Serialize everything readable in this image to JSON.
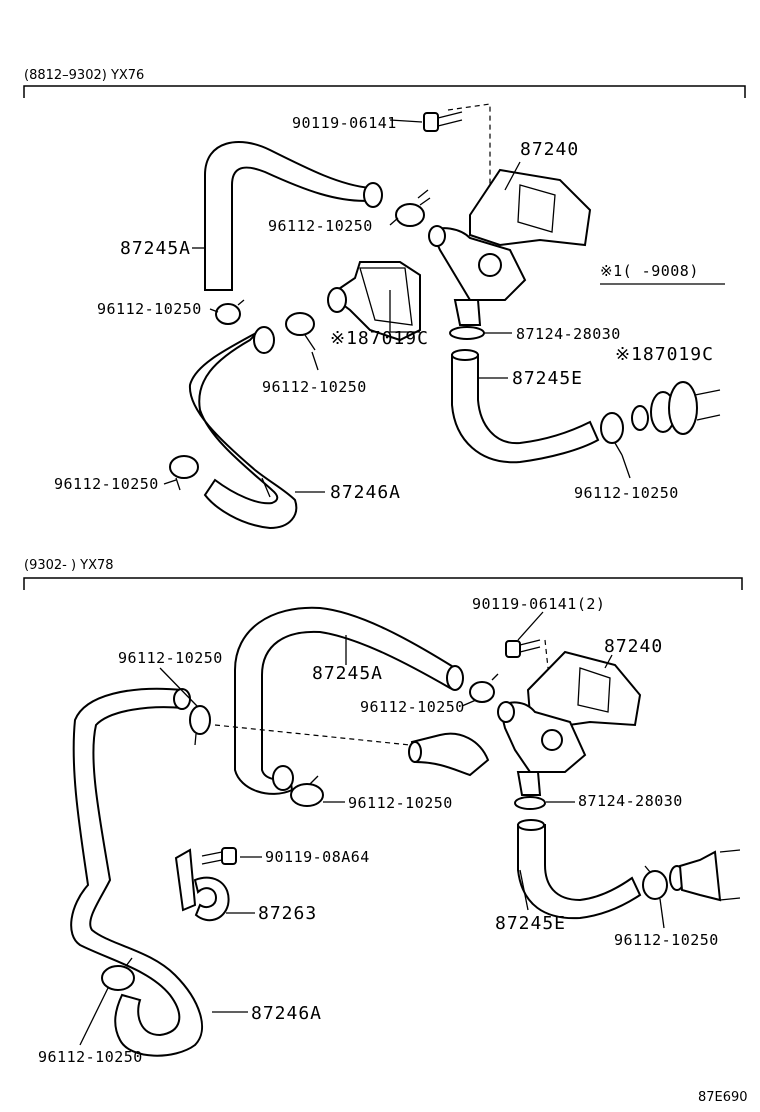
{
  "sections": [
    {
      "header": "(8812–9302) YX76",
      "labels": {
        "bolt": "90119-06141",
        "bracket": "87240",
        "clamp_a": "96112-10250",
        "hose_upper": "87245A",
        "note_range": "※1(      -9008)",
        "clamp_b": "96112-10250",
        "valve_note": "※187019C",
        "oring": "87124-28030",
        "clamp_c": "96112-10250",
        "hose_e": "87245E",
        "unit_note": "※187019C",
        "clamp_d": "96112-10250",
        "clamp_e": "96112-10250",
        "hose_lower": "87246A"
      }
    },
    {
      "header": "(9302-        ) YX78",
      "labels": {
        "bolt": "90119-06141(2)",
        "bracket": "87240",
        "clamp_a": "96112-10250",
        "hose_upper": "87245A",
        "clamp_b": "96112-10250",
        "clamp_c": "96112-10250",
        "oring": "87124-28030",
        "bolt_b": "90119-08A64",
        "clip": "87263",
        "hose_e": "87245E",
        "clamp_d": "96112-10250",
        "hose_lower": "87246A",
        "clamp_e": "96112-10250"
      }
    }
  ],
  "figure_code": "87E690"
}
